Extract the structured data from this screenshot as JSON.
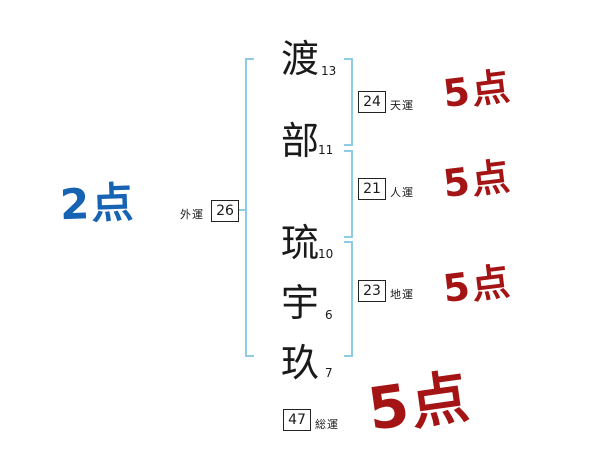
{
  "chars": [
    {
      "char": "渡",
      "strokes": "13"
    },
    {
      "char": "部",
      "strokes": "11"
    },
    {
      "char": "琉",
      "strokes": "10"
    },
    {
      "char": "宇",
      "strokes": "6"
    },
    {
      "char": "玖",
      "strokes": "7"
    }
  ],
  "fortunes": {
    "ten": {
      "label": "天運",
      "value": "24"
    },
    "jin": {
      "label": "人運",
      "value": "21"
    },
    "chi": {
      "label": "地運",
      "value": "23"
    },
    "gai": {
      "label": "外運",
      "value": "26"
    },
    "sou": {
      "label": "総運",
      "value": "47"
    }
  },
  "scores": {
    "gai": "2点",
    "ten": "5点",
    "jin": "5点",
    "chi": "5点",
    "sou": "5点"
  },
  "colors": {
    "bracket_blue": "#8ecbe4",
    "score_red": "#a51414",
    "score_blue": "#1763b3",
    "text": "#1a1a1a"
  }
}
